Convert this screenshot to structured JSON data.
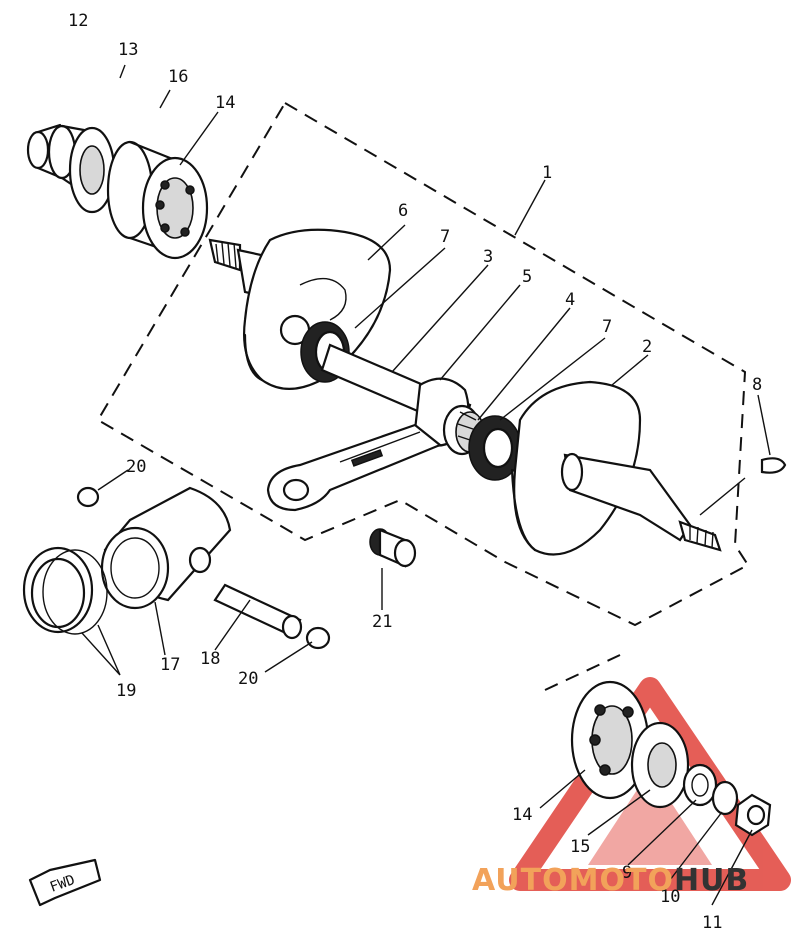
{
  "callouts": {
    "c1": "1",
    "c2": "2",
    "c3": "3",
    "c4": "4",
    "c5": "5",
    "c6": "6",
    "c7a": "7",
    "c7b": "7",
    "c8": "8",
    "c9": "9",
    "c10": "10",
    "c11": "11",
    "c12": "12",
    "c13": "13",
    "c14a": "14",
    "c14b": "14",
    "c15": "15",
    "c16": "16",
    "c17": "17",
    "c18": "18",
    "c19": "19",
    "c20a": "20",
    "c20b": "20",
    "c21": "21"
  },
  "fwd_label": "FWD",
  "watermark": {
    "part1": "AUTOMOTO",
    "part2": "HUB",
    "color1": "#f2a25a",
    "color2": "#333333",
    "logo_color": "#e0423a"
  }
}
